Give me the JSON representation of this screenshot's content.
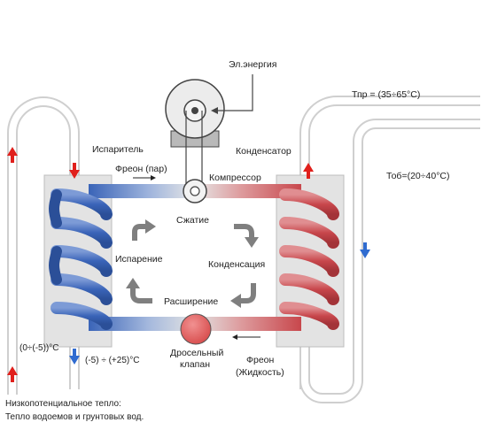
{
  "labels": {
    "power": "Эл.энергия",
    "compressor": "Компрессор",
    "evaporator": "Испаритель",
    "condenser": "Конденсатор",
    "freon_vapor": "Фреон (пар)",
    "compression": "Сжатие",
    "condensation": "Конденсация",
    "evaporation": "Испарение",
    "expansion": "Расширение",
    "throttle_line1": "Дросельный",
    "throttle_line2": "клапан",
    "freon_liquid_line1": "Фреон",
    "freon_liquid_line2": "(Жидкость)",
    "t_supply": "Тпр = (35÷65°С)",
    "t_return": "Тоб=(20÷40°С)",
    "t_source_in": "(0÷(-5))°С",
    "t_source_out": "(-5) ÷ (+25)°С"
  },
  "caption": {
    "line1": "Низкопотенциальное тепло:",
    "line2": "Тепло водоемов и грунтовых вод."
  },
  "colors": {
    "cold": "#3a64b8",
    "hot": "#c8474c",
    "pipe_gray": "#d2d2d2",
    "arrow_gray": "#7f7f7f",
    "hx_box": "#e3e3e3",
    "arrow_red": "#e0201c",
    "arrow_blue": "#2f6bd0",
    "valve": "#e05c5c"
  }
}
